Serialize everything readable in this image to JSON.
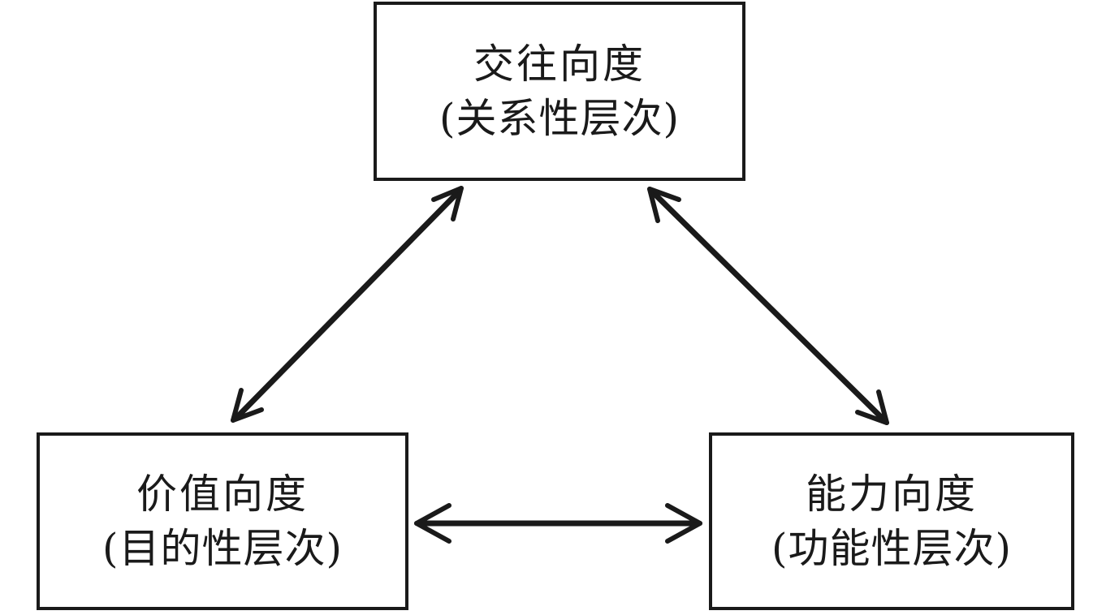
{
  "diagram": {
    "title": "",
    "background_color": "#ffffff",
    "stroke_color": "#1a1a1a",
    "nodes": [
      {
        "id": "relational",
        "name": "交往向度",
        "sublabel": "(关系性层次)",
        "position": "top-center"
      },
      {
        "id": "value",
        "name": "价值向度",
        "sublabel": "(目的性层次)",
        "position": "bottom-left"
      },
      {
        "id": "capability",
        "name": "能力向度",
        "sublabel": "(功能性层次)",
        "position": "bottom-right"
      }
    ],
    "edges": [
      {
        "id": "value-relational",
        "from": "value",
        "to": "relational",
        "style": "double-headed-arrow",
        "orientation": "diagonal-left"
      },
      {
        "id": "relational-capability",
        "from": "relational",
        "to": "capability",
        "style": "double-headed-arrow",
        "orientation": "diagonal-right"
      },
      {
        "id": "value-capability",
        "from": "value",
        "to": "capability",
        "style": "double-headed-arrow",
        "orientation": "horizontal"
      }
    ]
  }
}
